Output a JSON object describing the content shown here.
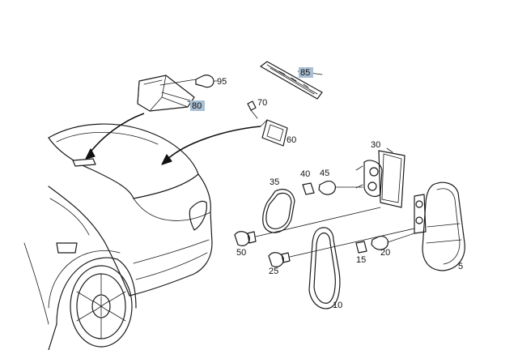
{
  "diagram": {
    "callouts": [
      {
        "id": "95",
        "text": "95",
        "highlighted": false
      },
      {
        "id": "80",
        "text": "80",
        "highlighted": true
      },
      {
        "id": "85",
        "text": "85",
        "highlighted": true
      },
      {
        "id": "70",
        "text": "70",
        "highlighted": false
      },
      {
        "id": "60",
        "text": "60",
        "highlighted": false
      },
      {
        "id": "30",
        "text": "30",
        "highlighted": false
      },
      {
        "id": "35",
        "text": "35",
        "highlighted": false
      },
      {
        "id": "40",
        "text": "40",
        "highlighted": false
      },
      {
        "id": "45",
        "text": "45",
        "highlighted": false
      },
      {
        "id": "50",
        "text": "50",
        "highlighted": false
      },
      {
        "id": "25",
        "text": "25",
        "highlighted": false
      },
      {
        "id": "15",
        "text": "15",
        "highlighted": false
      },
      {
        "id": "20",
        "text": "20",
        "highlighted": false
      },
      {
        "id": "10",
        "text": "10",
        "highlighted": false
      },
      {
        "id": "5",
        "text": "5",
        "highlighted": false
      }
    ],
    "highlight_color": "#a9bfd3"
  }
}
